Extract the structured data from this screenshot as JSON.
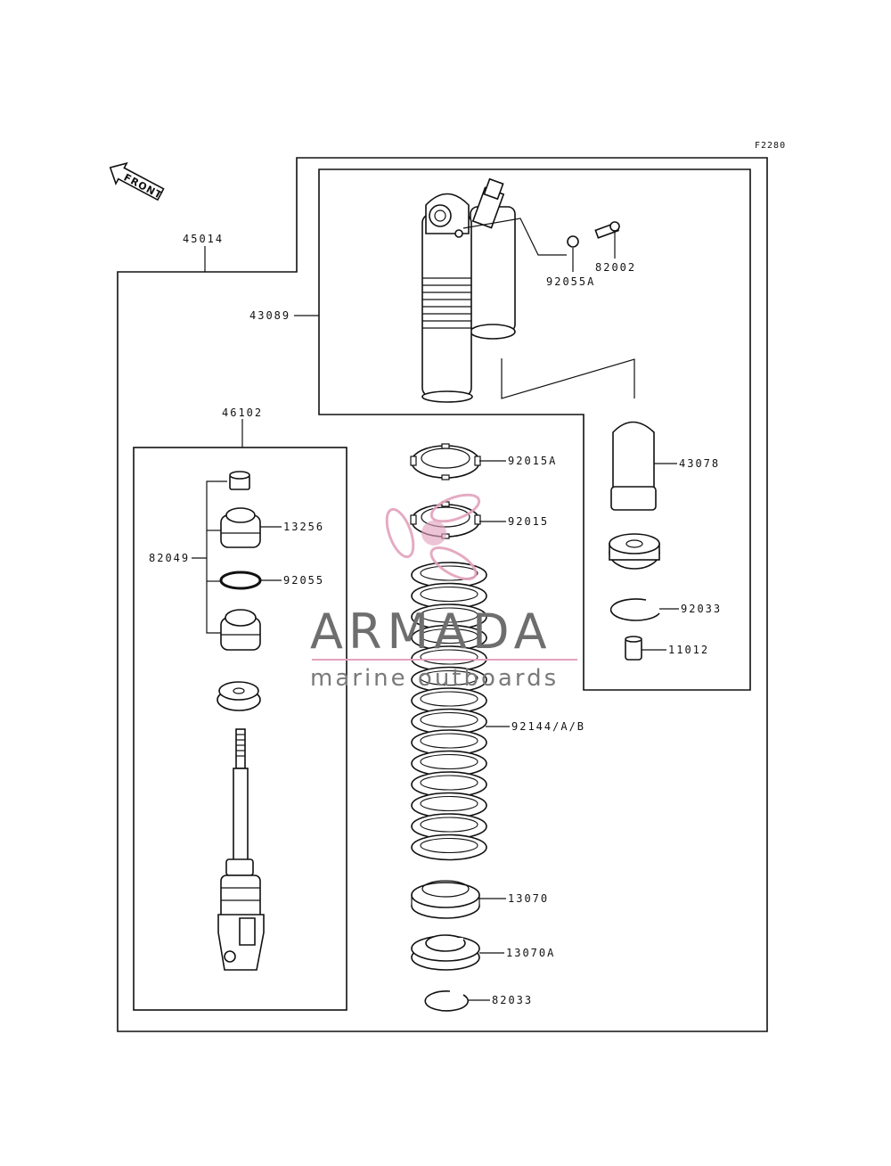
{
  "figure_code": "F2280",
  "front_label": "FRONT",
  "labels": {
    "p45014": "45014",
    "p43089": "43089",
    "p92055A": "92055A",
    "p82002": "82002",
    "p46102": "46102",
    "p82049": "82049",
    "p13256": "13256",
    "p92055": "92055",
    "p92015A": "92015A",
    "p92015": "92015",
    "p43078": "43078",
    "p92033": "92033",
    "p11012": "11012",
    "p92144": "92144/A/B",
    "p13070": "13070",
    "p13070A": "13070A",
    "p82033": "82033"
  },
  "watermark": {
    "brand": "ARMADA",
    "tagline": "marine outboards",
    "accent_color": "#e3a3bd"
  }
}
